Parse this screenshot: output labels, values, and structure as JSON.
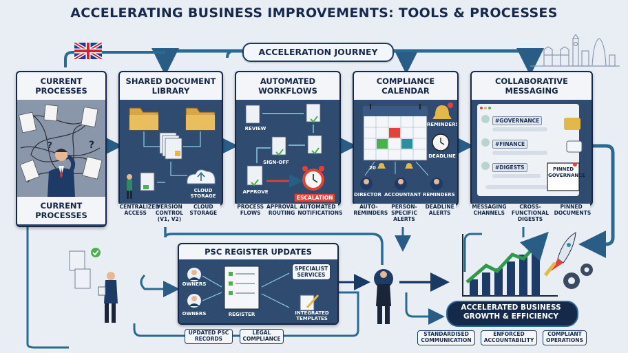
{
  "title": "ACCELERATING BUSINESS IMPROVEMENTS: TOOLS & PROCESSES",
  "journey": "ACCELERATION JOURNEY",
  "panels": {
    "current": {
      "title": "CURRENT PROCESSES",
      "footer": "CURRENT PROCESSES"
    },
    "library": {
      "title": "SHARED DOCUMENT LIBRARY",
      "cloud": "CLOUD STORAGE",
      "items": [
        "CENTRALIZED ACCESS",
        "VERSION CONTROL (V1, V2)",
        "CLOUD STORAGE"
      ]
    },
    "workflows": {
      "title": "AUTOMATED WORKFLOWS",
      "review": "REVIEW",
      "signoff": "SIGN-OFF",
      "approve": "APPROVE",
      "escalation": "ESCALATION",
      "items": [
        "PROCESS FLOWS",
        "APPROVAL ROUTING",
        "AUTOMATED NOTIFICATIONS"
      ]
    },
    "calendar": {
      "title": "COMPLIANCE CALENDAR",
      "reminders": "REMINDERS",
      "deadline": "DEADLINE",
      "day": "20",
      "roles": [
        "DIRECTOR",
        "ACCOUNTANT",
        "REMINDERS"
      ],
      "items": [
        "AUTO-REMINDERS",
        "PERSON-SPECIFIC ALERTS",
        "DEADLINE ALERTS"
      ]
    },
    "messaging": {
      "title": "COLLABORATIVE MESSAGING",
      "channels": [
        "#GOVERNANCE",
        "#FINANCE",
        "#DIGESTS"
      ],
      "pinned": "PINNED GOVERNANCE",
      "items": [
        "MESSAGING CHANNELS",
        "CROSS-FUNCTIONAL DIGESTS",
        "PINNED DOCUMENTS"
      ]
    },
    "psc": {
      "title": "PSC REGISTER UPDATES",
      "owners": [
        "OWNERS",
        "OWNERS"
      ],
      "register": "REGISTER",
      "specialist": "SPECIALIST SERVICES",
      "templates": "INTEGRATED TEMPLATES"
    }
  },
  "bottom_left": [
    "UPDATED PSC RECORDS",
    "LEGAL COMPLIANCE"
  ],
  "outcome": {
    "title": "ACCELERATED BUSINESS GROWTH & EFFICIENCY",
    "items": [
      "STANDARDISED COMMUNICATION",
      "ENFORCED ACCOUNTABILITY",
      "COMPLIANT OPERATIONS"
    ]
  },
  "colors": {
    "navy": "#132848",
    "panel": "#2f4b70",
    "teal": "#2a8fa0",
    "accent": "#e0433a",
    "gold": "#e3b84a"
  }
}
